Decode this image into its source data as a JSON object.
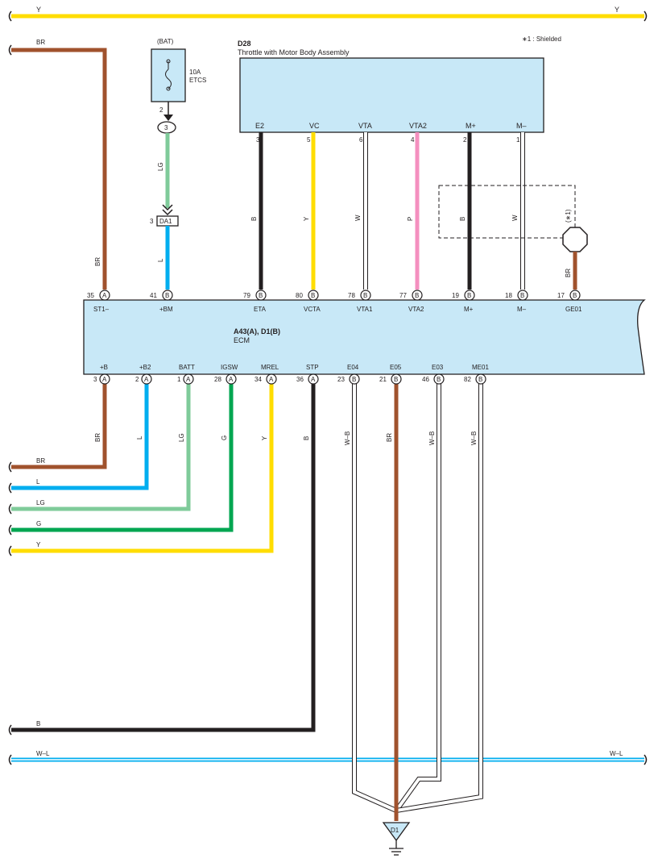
{
  "diagram": {
    "top_wire_label_left": "Y",
    "top_wire_label_right": "Y",
    "footnote": "∗1 : Shielded",
    "fuse": {
      "source": "(BAT)",
      "rating": "10A",
      "name": "ETCS",
      "pin_out": "2",
      "connector": "3",
      "wire_color_upper": "LG",
      "junction": "DA1",
      "junction_pin": "3",
      "wire_color_lower": "L"
    },
    "throttle": {
      "code": "D28",
      "name": "Throttle with Motor Body Assembly",
      "terminals": [
        {
          "label": "E2",
          "pin": "3",
          "wire": "B"
        },
        {
          "label": "VC",
          "pin": "5",
          "wire": "Y"
        },
        {
          "label": "VTA",
          "pin": "6",
          "wire": "W"
        },
        {
          "label": "VTA2",
          "pin": "4",
          "wire": "P"
        },
        {
          "label": "M+",
          "pin": "2",
          "wire": "B"
        },
        {
          "label": "M–",
          "pin": "1",
          "wire": "W"
        }
      ],
      "shield_note": "(∗1)",
      "shield_wire": "BR"
    },
    "ecm": {
      "code": "A43(A), D1(B)",
      "name": "ECM",
      "top_terminals": [
        {
          "pin": "35",
          "conn": "A",
          "label": "ST1–",
          "wire": "BR"
        },
        {
          "pin": "41",
          "conn": "B",
          "label": "+BM",
          "wire": ""
        },
        {
          "pin": "79",
          "conn": "B",
          "label": "ETA",
          "wire": ""
        },
        {
          "pin": "80",
          "conn": "B",
          "label": "VCTA",
          "wire": ""
        },
        {
          "pin": "78",
          "conn": "B",
          "label": "VTA1",
          "wire": ""
        },
        {
          "pin": "77",
          "conn": "B",
          "label": "VTA2",
          "wire": ""
        },
        {
          "pin": "19",
          "conn": "B",
          "label": "M+",
          "wire": ""
        },
        {
          "pin": "18",
          "conn": "B",
          "label": "M–",
          "wire": ""
        },
        {
          "pin": "17",
          "conn": "B",
          "label": "GE01",
          "wire": ""
        }
      ],
      "bottom_terminals": [
        {
          "pin": "3",
          "conn": "A",
          "label": "+B",
          "wire": "BR"
        },
        {
          "pin": "2",
          "conn": "A",
          "label": "+B2",
          "wire": "L"
        },
        {
          "pin": "1",
          "conn": "A",
          "label": "BATT",
          "wire": "LG"
        },
        {
          "pin": "28",
          "conn": "A",
          "label": "IGSW",
          "wire": "G"
        },
        {
          "pin": "34",
          "conn": "A",
          "label": "MREL",
          "wire": "Y"
        },
        {
          "pin": "36",
          "conn": "A",
          "label": "STP",
          "wire": "B"
        },
        {
          "pin": "23",
          "conn": "B",
          "label": "E04",
          "wire": "W–B"
        },
        {
          "pin": "21",
          "conn": "B",
          "label": "E05",
          "wire": "BR"
        },
        {
          "pin": "46",
          "conn": "B",
          "label": "E03",
          "wire": "W–B"
        },
        {
          "pin": "82",
          "conn": "B",
          "label": "ME01",
          "wire": "W–B"
        }
      ]
    },
    "left_wires": [
      {
        "label": "BR"
      },
      {
        "label": "BR"
      },
      {
        "label": "L"
      },
      {
        "label": "LG"
      },
      {
        "label": "G"
      },
      {
        "label": "Y"
      },
      {
        "label": "B"
      }
    ],
    "wl_wire_left": "W–L",
    "wl_wire_right": "W–L",
    "ground": "D1",
    "colors": {
      "BR": "#a0522d",
      "Y": "#ffdd00",
      "LG": "#7fcb9a",
      "L": "#00aeef",
      "G": "#00a651",
      "B": "#231f20",
      "P": "#f48fbf",
      "W": "#ffffff",
      "module": "#c8e8f7",
      "wl_edge": "#00aeef",
      "wl_core": "#ffffff"
    }
  }
}
